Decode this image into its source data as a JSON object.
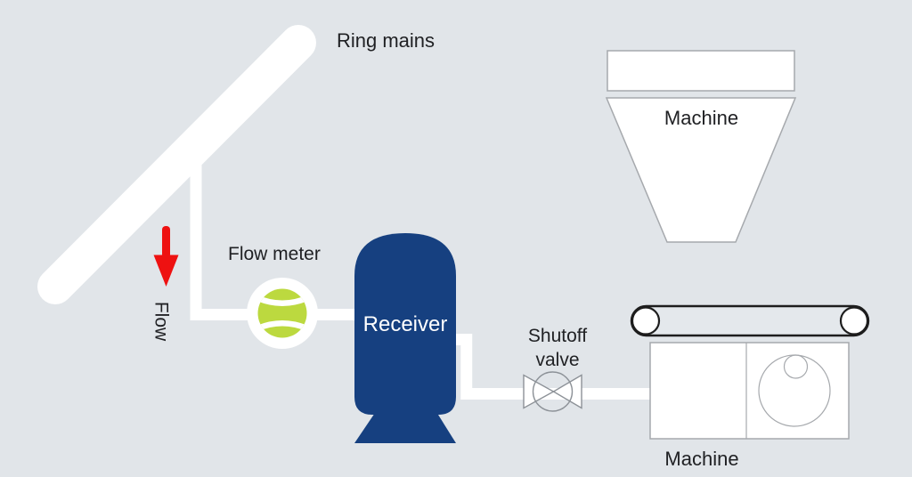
{
  "diagram": {
    "labels": {
      "ring_mains": "Ring mains",
      "flow": "Flow",
      "flow_meter": "Flow meter",
      "receiver": "Receiver",
      "shutoff_line1": "Shutoff",
      "shutoff_line2": "valve",
      "machine_top": "Machine",
      "machine_bottom": "Machine"
    },
    "colors": {
      "background": "#e1e5e9",
      "pipe": "#ffffff",
      "receiver_navy": "#164080",
      "meter_green": "#bcd93f",
      "arrow_red": "#ee1111",
      "machine_outline": "#a6a9ad",
      "belt_outline": "#1d1d1d",
      "text": "#202124",
      "receiver_text": "#ffffff"
    }
  }
}
